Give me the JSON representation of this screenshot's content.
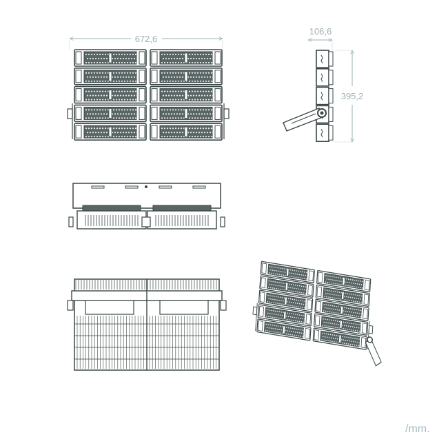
{
  "dimensions": {
    "width": "672,6",
    "depth": "106,6",
    "height": "395,2"
  },
  "unit_label": "/mm.",
  "colors": {
    "line": "#3b4646",
    "dimension": "#9db1b6",
    "background": "#ffffff"
  },
  "views": [
    "front",
    "side",
    "top",
    "back",
    "isometric"
  ]
}
